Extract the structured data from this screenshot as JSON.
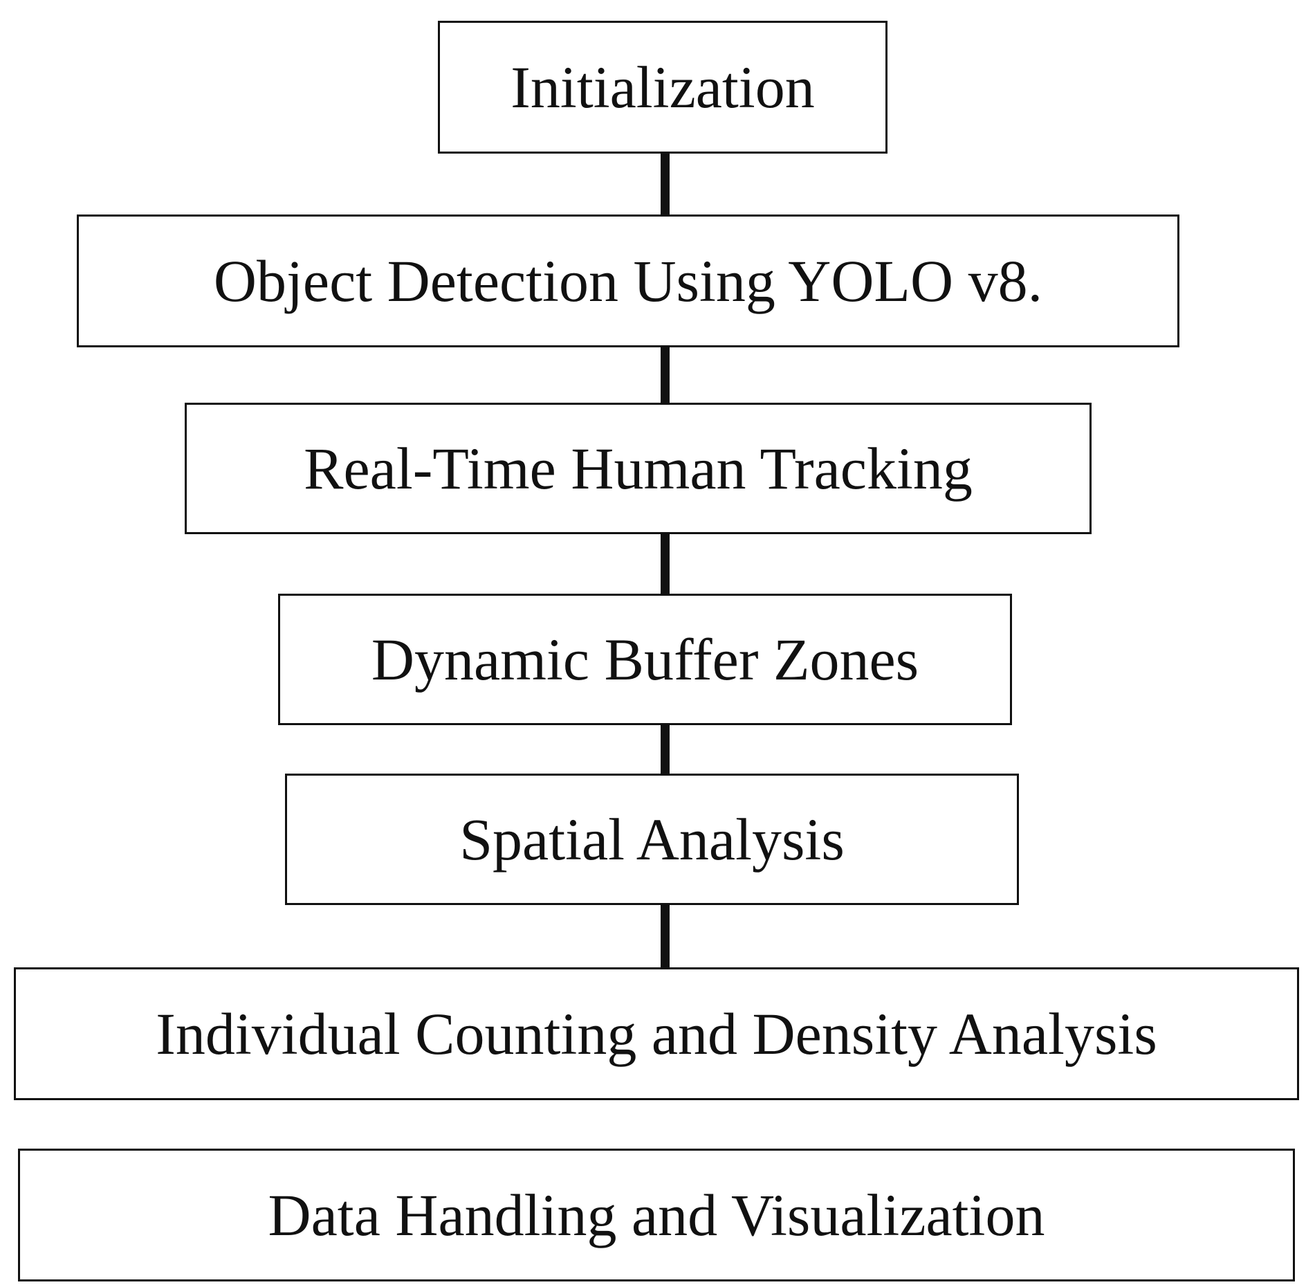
{
  "flowchart": {
    "steps": [
      {
        "label": "Initialization"
      },
      {
        "label": "Object Detection Using YOLO v8."
      },
      {
        "label": "Real-Time Human Tracking"
      },
      {
        "label": "Dynamic Buffer Zones"
      },
      {
        "label": "Spatial Analysis"
      },
      {
        "label": "Individual Counting and Density Analysis"
      },
      {
        "label": "Data Handling and Visualization"
      }
    ],
    "colors": {
      "border": "#111111",
      "text": "#111111",
      "background": "#ffffff"
    }
  }
}
